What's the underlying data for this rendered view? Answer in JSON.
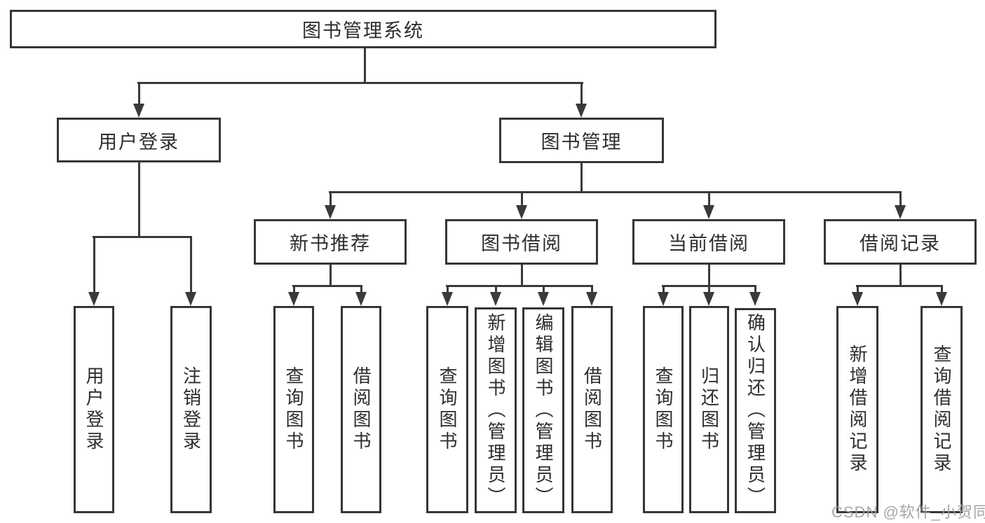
{
  "diagram": {
    "type": "tree",
    "root": {
      "label": "图书管理系统"
    },
    "branches": [
      {
        "label": "用户登录",
        "children": [
          {
            "label": "用户登录"
          },
          {
            "label": "注销登录"
          }
        ]
      },
      {
        "label": "图书管理",
        "children": [
          {
            "label": "新书推荐",
            "children": [
              {
                "label": "查询图书"
              },
              {
                "label": "借阅图书"
              }
            ]
          },
          {
            "label": "图书借阅",
            "children": [
              {
                "label": "查询图书"
              },
              {
                "label": "新增图书（管理员）"
              },
              {
                "label": "编辑图书（管理员）"
              },
              {
                "label": "借阅图书"
              }
            ]
          },
          {
            "label": "当前借阅",
            "children": [
              {
                "label": "查询图书"
              },
              {
                "label": "归还图书"
              },
              {
                "label": "确认归还（管理员）"
              }
            ]
          },
          {
            "label": "借阅记录",
            "children": [
              {
                "label": "新增借阅记录"
              },
              {
                "label": "查询借阅记录"
              }
            ]
          }
        ]
      }
    ]
  },
  "watermark": {
    "text": "CSDN @软件_小贺同学"
  },
  "colors": {
    "line": "#3a3a3a",
    "border": "#363636",
    "text": "#2d2d2d",
    "watermark": "#9e9e9e",
    "background": "#ffffff"
  }
}
